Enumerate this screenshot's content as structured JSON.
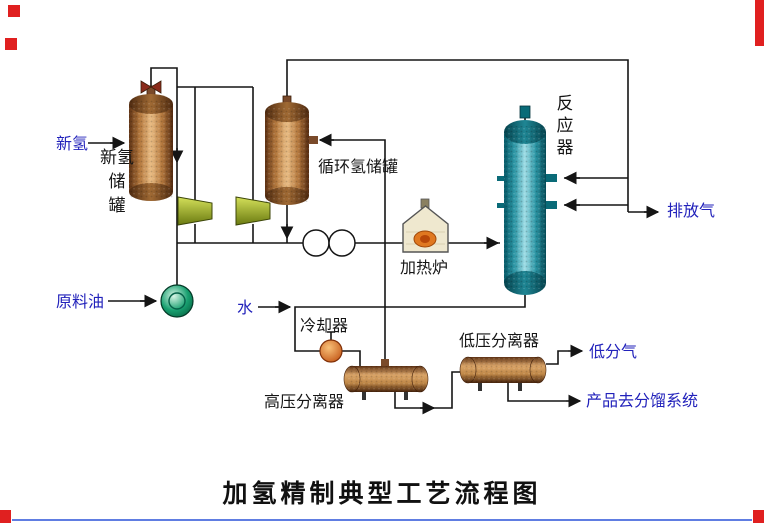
{
  "diagram": {
    "title": "加氢精制典型工艺流程图",
    "labels": {
      "fresh_h2": "新氢",
      "fresh_h2_tank": "新氢\n储\n罐",
      "recycle_h2_tank": "循环氢储罐",
      "reactor": "反\n应\n器",
      "vent_gas": "排放气",
      "feed_oil": "原料油",
      "water": "水",
      "cooler": "冷却器",
      "furnace": "加热炉",
      "hp_separator": "高压分离器",
      "lp_separator": "低压分离器",
      "lp_gas": "低分气",
      "product": "产品去分馏系统"
    },
    "colors": {
      "label_blue": "#2222bb",
      "line_black": "#151515",
      "tank_copper": "#c98d52",
      "reactor_teal": "#2aa0b0",
      "compressor_green": "#9ab020",
      "pump_green": "#18a070",
      "cooler_orange": "#d06018",
      "furnace_cream": "#efe8cf",
      "crop_mark_red": "#e02020",
      "bottom_rule_blue": "#4466dd"
    }
  }
}
